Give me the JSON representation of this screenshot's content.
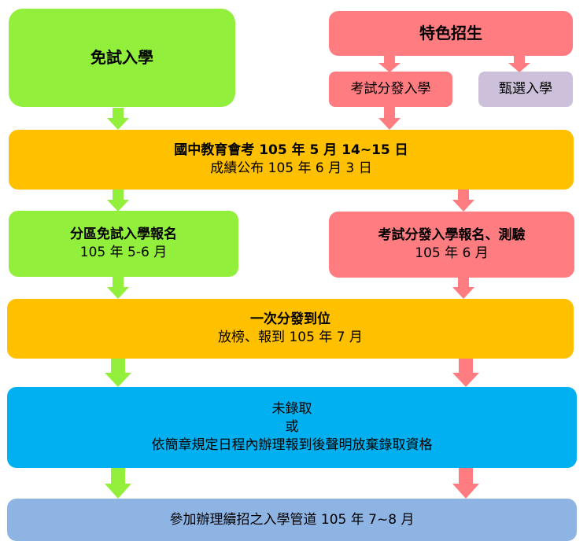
{
  "diagram": {
    "free_entry": {
      "label": "免試入學"
    },
    "special_admission": {
      "label": "特色招生"
    },
    "exam_entry": {
      "label": "考試分發入學"
    },
    "selection_entry": {
      "label": "甄選入學"
    },
    "national_exam": {
      "line1": "國中教育會考 105 年 5 月 14~15 日",
      "line2": "成績公布 105 年 6 月 3 日"
    },
    "district_registration": {
      "line1": "分區免試入學報名",
      "line2": "105 年 5-6 月"
    },
    "exam_registration": {
      "line1": "考試分發入學報名、測驗",
      "line2": "105 年 6 月"
    },
    "one_time_placement": {
      "line1": "一次分發到位",
      "line2": "放榜、報到 105 年 7 月"
    },
    "not_admitted": {
      "line1": "未錄取",
      "line2": "或",
      "line3": "依簡章規定日程內辦理報到後聲明放棄錄取資格"
    },
    "continue_channels": {
      "label": "參加辦理續招之入學管道  105 年 7~8 月"
    }
  },
  "colors": {
    "green": "#92f03c",
    "pink": "#ff7c80",
    "lavender": "#ccc0da",
    "gold": "#ffc000",
    "cyan": "#00b0f0",
    "steel": "#8eb4e3"
  }
}
